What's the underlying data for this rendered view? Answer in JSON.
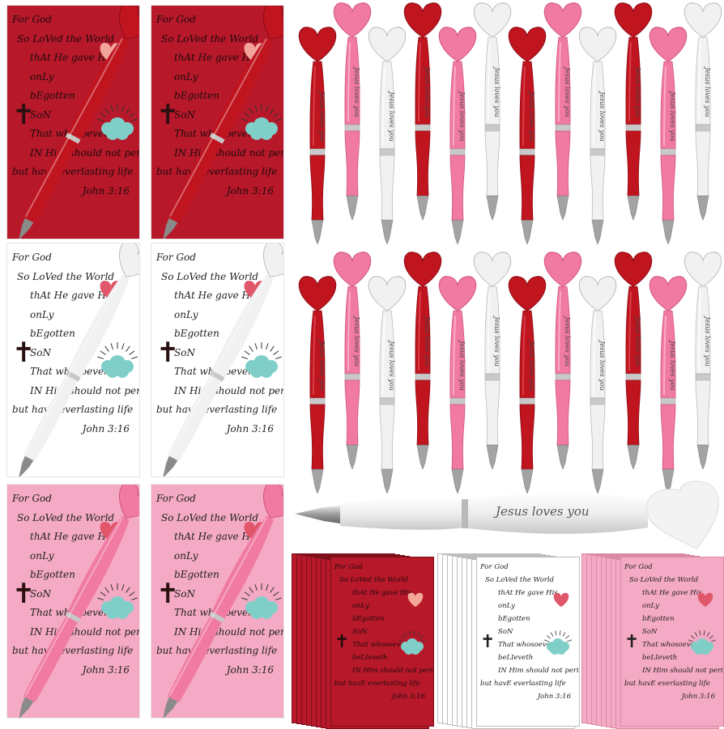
{
  "verse_lines": [
    "For God",
    "So LoVed the World",
    "thAt He gave His",
    "onLy",
    "bEgotten",
    "SoN",
    "That whosoever",
    "beLIeveth",
    "IN Him should not perish",
    "but havE everlasting life",
    "John 3:16"
  ],
  "pen_engraving": "Jesus loves you",
  "colors": {
    "red_card": "#b7182a",
    "pink_card": "#f4a9c4",
    "white_card": "#ffffff",
    "red_pen": "#c0141f",
    "pink_pen": "#f07aa2",
    "white_pen": "#f1f1f1",
    "heart_accent": "#e0566a",
    "cloud": "#7fcfc8"
  },
  "icons": [
    "cross-icon",
    "heart-icon",
    "cloud-icon",
    "pen-icon"
  ]
}
